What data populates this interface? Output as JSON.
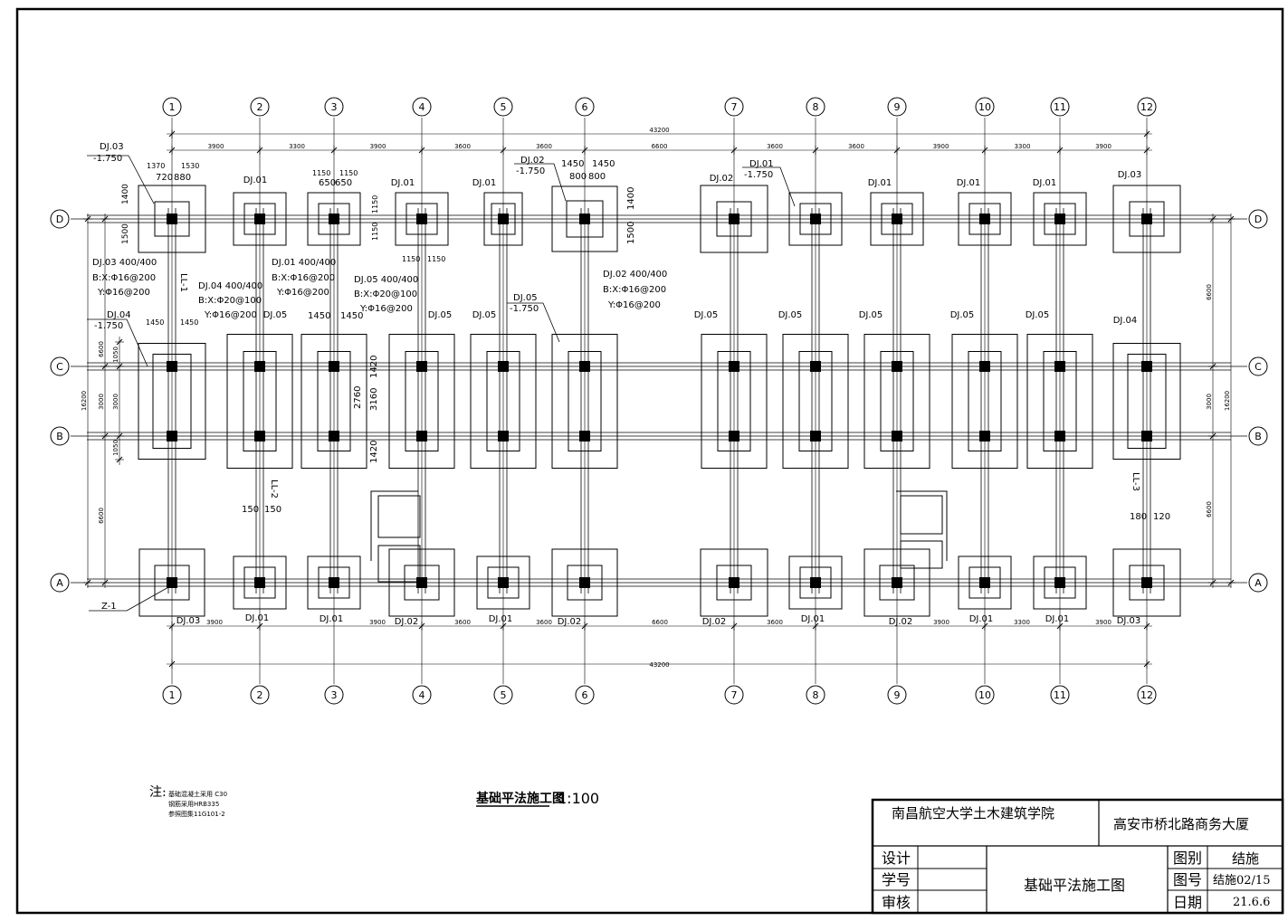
{
  "axes": {
    "columns": [
      "1",
      "2",
      "3",
      "4",
      "5",
      "6",
      "7",
      "8",
      "9",
      "10",
      "11",
      "12"
    ],
    "rows": [
      "D",
      "C",
      "B",
      "A"
    ]
  },
  "dimensions": {
    "total": "43200",
    "top_spans": [
      "3900",
      "3300",
      "3900",
      "3600",
      "3600",
      "6600",
      "3600",
      "3600",
      "3900",
      "3300",
      "3900"
    ],
    "bottom_spans": [
      "3900",
      "3900",
      "3600",
      "3600",
      "6600",
      "3600",
      "3900",
      "3300",
      "3900"
    ],
    "side_spans": [
      "6600",
      "3000",
      "6600"
    ],
    "side_total": "16200",
    "left_inner": [
      "1050",
      "3000",
      "1050"
    ]
  },
  "footing_labels": {
    "row_d": [
      "DJ.03",
      "DJ.01",
      "DJ.01",
      "DJ.01",
      "DJ.02",
      "DJ.02",
      "DJ.01",
      "DJ.01",
      "DJ.01",
      "DJ.01",
      "DJ.03"
    ],
    "row_mid": [
      "DJ.04",
      "DJ.05",
      "DJ.05",
      "DJ.05",
      "DJ.05",
      "DJ.05",
      "DJ.05",
      "DJ.05",
      "DJ.05",
      "DJ.05",
      "DJ.04"
    ],
    "row_a": [
      "DJ.03",
      "DJ.01",
      "DJ.01",
      "DJ.02",
      "DJ.01",
      "DJ.02",
      "DJ.02",
      "DJ.01",
      "DJ.02",
      "DJ.01",
      "DJ.01",
      "DJ.03"
    ]
  },
  "callouts": {
    "dj03_name": "DJ.03",
    "dj03_elev": "-1.750",
    "dj02_name": "DJ.02",
    "dj02_elev": "-1.750",
    "dj01_name": "DJ.01",
    "dj01_elev": "-1.750",
    "dj04_name": "DJ.04",
    "dj04_elev": "-1.750",
    "dj05_name": "DJ.05",
    "dj05_elev": "-1.750",
    "z1": "Z-1"
  },
  "rebar_specs": [
    {
      "line1": "DJ.03 400/400",
      "line2": "B:X:Φ16@200",
      "line3": "Y:Φ16@200"
    },
    {
      "line1": "DJ.04 400/400",
      "line2": "B:X:Φ20@100",
      "line3": "Y:Φ16@200"
    },
    {
      "line1": "DJ.01 400/400",
      "line2": "B:X:Φ16@200",
      "line3": "Y:Φ16@200"
    },
    {
      "line1": "DJ.05 400/400",
      "line2": "B:X:Φ20@100",
      "line3": "Y:Φ16@200"
    },
    {
      "line1": "DJ.02 400/400",
      "line2": "B:X:Φ16@200",
      "line3": "Y:Φ16@200"
    }
  ],
  "local_dims": {
    "dj03_top": [
      "1370",
      "1530"
    ],
    "dj03_sub": [
      "720",
      "880"
    ],
    "dj03_side": [
      "1400",
      "1500"
    ],
    "dj01_top": [
      "1150",
      "1150"
    ],
    "dj01_sub": [
      "650",
      "650"
    ],
    "dj01_side": [
      "1150",
      "1150"
    ],
    "dj02_top": [
      "1450",
      "1450"
    ],
    "dj02_sub": [
      "800",
      "800"
    ],
    "dj02_side": [
      "1400",
      "1500"
    ],
    "dj04_top": [
      "1450",
      "1450"
    ],
    "dj05_top": [
      "1450",
      "1450"
    ],
    "dj05_side": [
      "1420",
      "2760",
      "3160",
      "1420"
    ],
    "beam": [
      "150",
      "150"
    ],
    "beam2": [
      "180",
      "120"
    ],
    "beam_ll2": "LL-2",
    "beam_ll1": "LL-1",
    "beam_ll3": "LL-3"
  },
  "notes": {
    "title": "注:",
    "lines": [
      "基础混凝土采用 C30",
      "钢筋采用HRB335",
      "参照图集11G101-2"
    ]
  },
  "drawing_title": {
    "name": "基础平法施工图",
    "scale": "1:100"
  },
  "title_block": {
    "school": "南昌航空大学土木建筑学院",
    "project": "高安市桥北路商务大厦",
    "drawing_name": "基础平法施工图",
    "roles": [
      "设计",
      "学号",
      "审核"
    ],
    "fields": [
      {
        "label": "图别",
        "value": "结施"
      },
      {
        "label": "图号",
        "value": "结施02/15"
      },
      {
        "label": "日期",
        "value": "21.6.6"
      }
    ]
  }
}
